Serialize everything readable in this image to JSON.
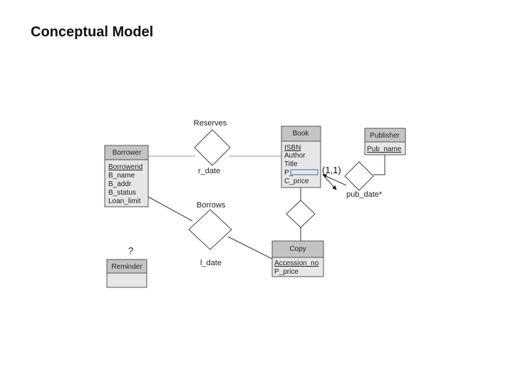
{
  "page": {
    "title": "Conceptual Model"
  },
  "entities": {
    "borrower": {
      "name": "Borrower",
      "attrs": [
        "Borrowerid",
        "B_name",
        "B_addr",
        "B_status",
        "Loan_limit"
      ]
    },
    "book": {
      "name": "Book",
      "attrs": [
        "ISBN",
        "Author",
        "Title",
        "P_",
        "C_price"
      ]
    },
    "publisher": {
      "name": "Publisher",
      "attrs": [
        "Pub_name"
      ]
    },
    "copy": {
      "name": "Copy",
      "attrs": [
        "Accession_no",
        "P_price"
      ]
    },
    "reminder": {
      "name": "Reminder",
      "attrs": []
    }
  },
  "relationships": {
    "reserves": {
      "name": "Reserves",
      "attr": "r_date"
    },
    "borrows": {
      "name": "Borrows",
      "attr": "l_date"
    },
    "publishes": {
      "attr": "pub_date*"
    }
  },
  "annotations": {
    "cardinality": "(1,1)",
    "question": "?"
  }
}
